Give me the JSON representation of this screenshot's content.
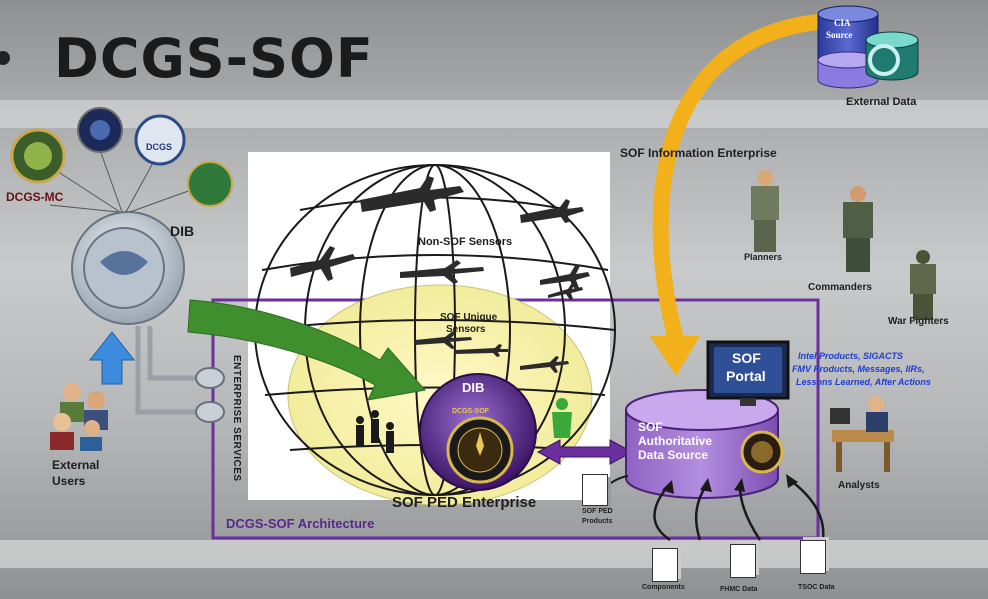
{
  "slide": {
    "title": "DCGS-SOF"
  },
  "left": {
    "dib_label": "DIB",
    "dcgs_badge_text": "DCGS",
    "dcgs_mc_label": "DCGS-MC",
    "external_users_label_1": "External",
    "external_users_label_2": "Users",
    "enterprise_services_label": "ENTERPRISE SERVICES"
  },
  "globe": {
    "non_sof_sensors_label": "Non-SOF Sensors",
    "sof_unique_sensors_label_1": "SOF Unique",
    "sof_unique_sensors_label_2": "Sensors",
    "dib_center_label": "DIB",
    "dib_center_ring_text": "DCGS-SOF"
  },
  "architecture": {
    "ped_enterprise_label": "SOF PED Enterprise",
    "architecture_label": "DCGS-SOF Architecture",
    "sof_ped_products_label_1": "SOF PED",
    "sof_ped_products_label_2": "Products"
  },
  "right": {
    "cia_source_label_1": "CIA",
    "cia_source_label_2": "Source",
    "external_data_label": "External Data",
    "info_enterprise_label": "SOF Information Enterprise",
    "planners_label": "Planners",
    "commanders_label": "Commanders",
    "war_fighters_label": "War Fighters",
    "portal_label_1": "SOF",
    "portal_label_2": "Portal",
    "products_line_1": "Intel Products, SIGACTS",
    "products_line_2": "FMV Products, Messages, IIRs,",
    "products_line_3": "Lessons Learned, After Actions",
    "ads_label_1": "SOF",
    "ads_label_2": "Authoritative",
    "ads_label_3": "Data Source",
    "analysts_label": "Analysts",
    "components_data_label": "Components",
    "fhmc_data_label": "FHMC Data",
    "tsoc_data_label": "TSOC Data"
  },
  "colors": {
    "purple": "#6b2fa0",
    "green_arrow": "#3f8f2f",
    "yellow_arrow": "#f2b01a",
    "label_blue": "#1d3fd0"
  }
}
